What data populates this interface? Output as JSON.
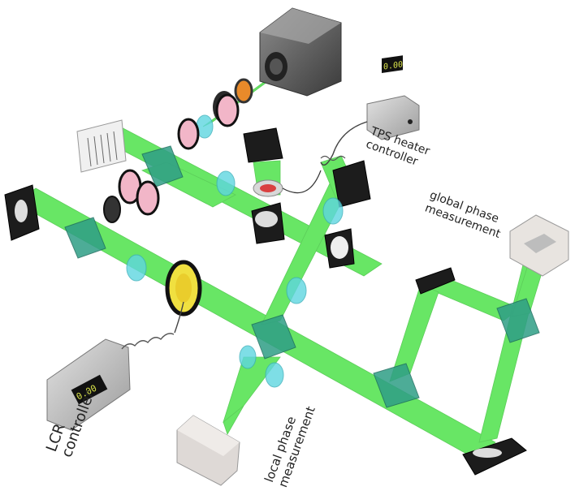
{
  "labels": {
    "tps": [
      "TPS heater",
      "controller"
    ],
    "global": [
      "global phase",
      "measurement"
    ],
    "lcr": [
      "LCR",
      "controller"
    ],
    "local": [
      "local phase",
      "measurement"
    ]
  },
  "displays": {
    "tps": "0.00",
    "lcr": "0.00"
  },
  "colors": {
    "beam": "#3ee03a",
    "lens": "#5fd6e0",
    "cube": "#2f9e86",
    "mirror": "#1a1a1a",
    "pink_filter": "#f2b6c8",
    "lcr_cell": "#f0e040"
  }
}
